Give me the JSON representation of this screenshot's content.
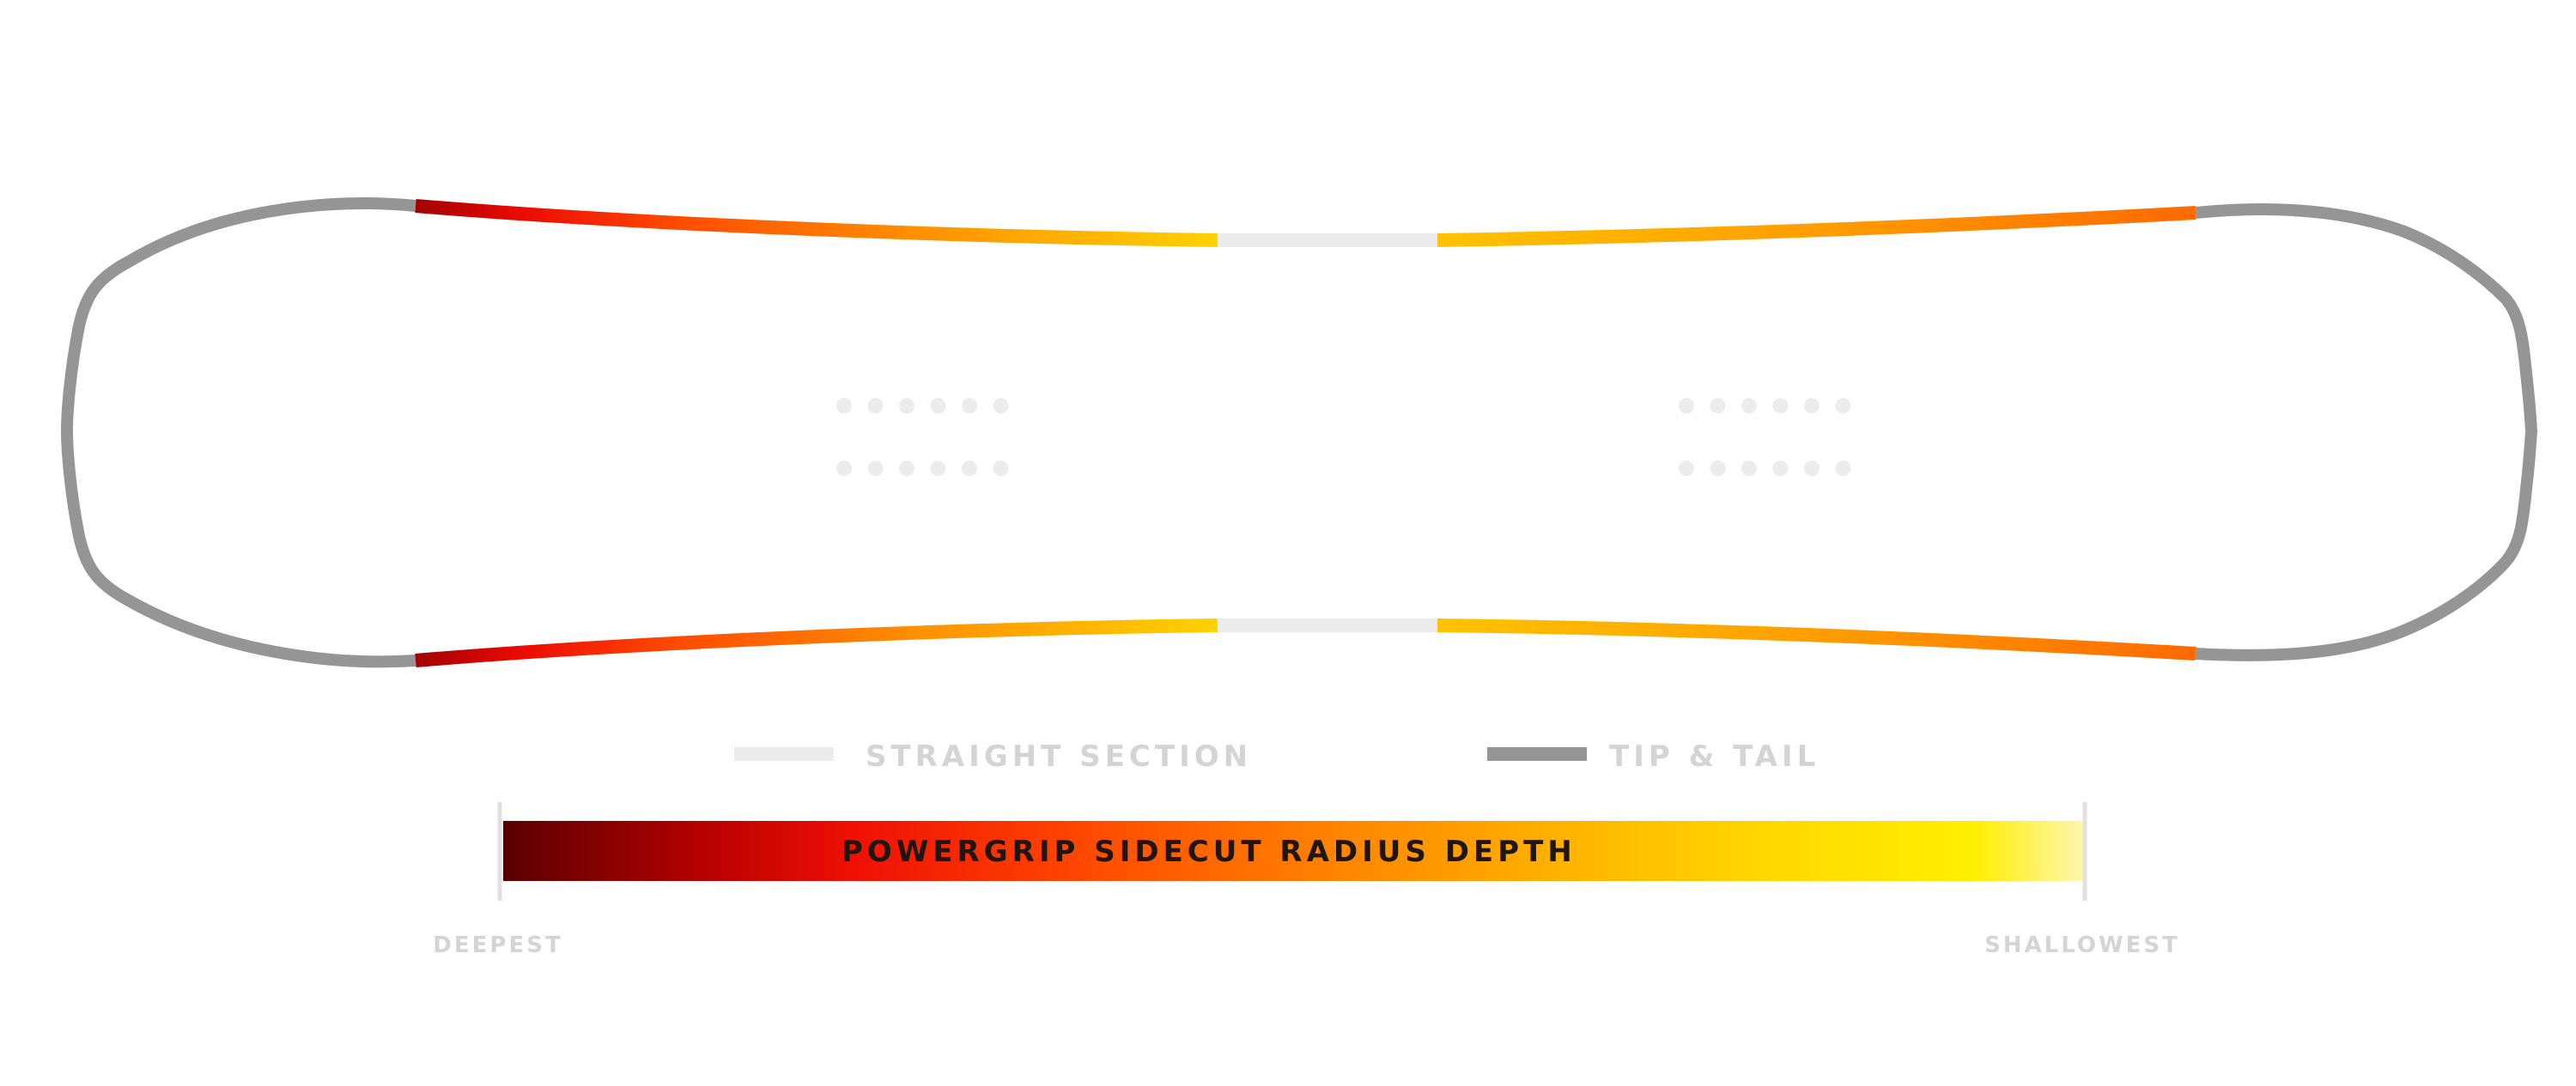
{
  "legend": {
    "straight_section": "STRAIGHT SECTION",
    "tip_and_tail": "TIP & TAIL"
  },
  "gradient_bar": {
    "title": "POWERGRIP SIDECUT RADIUS DEPTH",
    "left_label": "DEEPEST",
    "right_label": "SHALLOWEST"
  },
  "colors": {
    "tip_tail": "#959595",
    "straight": "#ececec",
    "insert_dot": "#ececec",
    "legend_text": "#d4d4d4",
    "bar_title": "#1f1612",
    "scale": [
      "#5a0000",
      "#b20000",
      "#ef0f05",
      "#ff4e00",
      "#ff8200",
      "#ffb600",
      "#ffd800",
      "#ffef00",
      "#fff5b0"
    ]
  }
}
